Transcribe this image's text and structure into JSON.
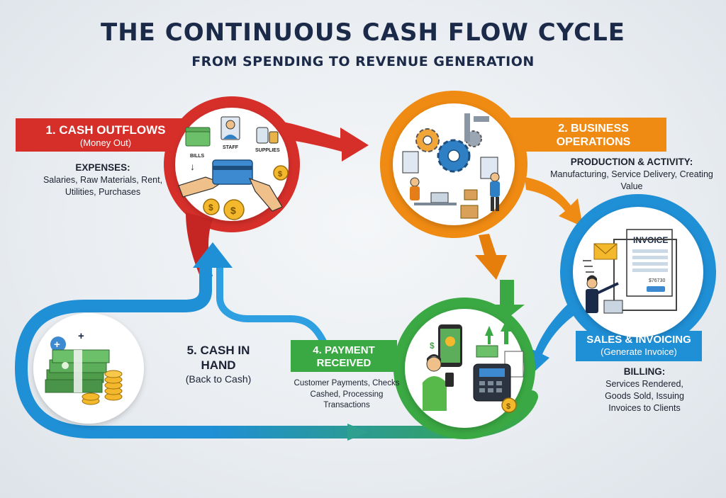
{
  "title": "THE CONTINUOUS CASH FLOW CYCLE",
  "subtitle": "FROM SPENDING TO REVENUE GENERATION",
  "stage1": {
    "label": "1. CASH OUTFLOWS",
    "sublabel": "(Money Out)",
    "desc_heading": "EXPENSES:",
    "desc_text": "Salaries, Raw Materials, Rent, Utilities, Purchases",
    "icon_labels": [
      "BILLS",
      "STAFF",
      "SUPPLIES"
    ]
  },
  "stage2": {
    "label": "2. BUSINESS OPERATIONS",
    "desc_heading": "PRODUCTION & ACTIVITY:",
    "desc_text": "Manufacturing, Service Delivery, Creating Value"
  },
  "stage3": {
    "label": "SALES & INVOICING",
    "sublabel": "(Generate Invoice)",
    "desc_heading": "BILLING:",
    "desc_text": "Services Rendered, Goods Sold, Issuing Invoices to Clients",
    "invoice_title": "INVOICE",
    "invoice_amount": "$76730"
  },
  "stage4": {
    "label": "4. PAYMENT RECEIVED",
    "desc_text": "Customer Payments, Checks Cashed, Processing Transactions"
  },
  "stage5": {
    "label": "5. CASH IN HAND",
    "sublabel": "(Back to Cash)"
  },
  "colors": {
    "red": "#d62f2a",
    "orange": "#ef8a12",
    "blue": "#1f8fd6",
    "green": "#3aa843",
    "navy": "#1b2a48"
  }
}
